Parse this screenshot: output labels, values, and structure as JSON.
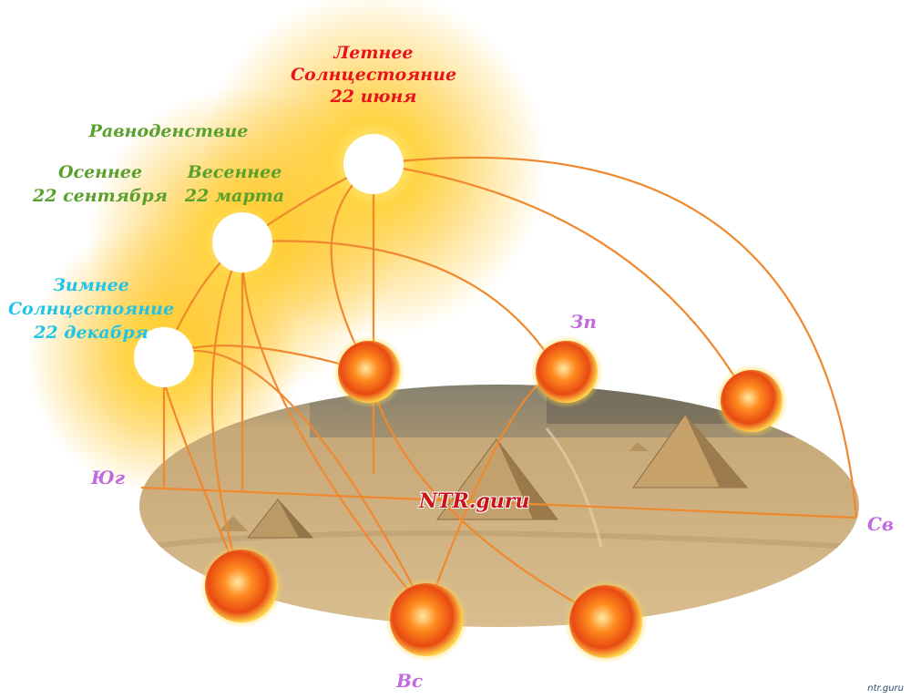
{
  "labels": {
    "summer": {
      "line1": "Летнее",
      "line2": "Солнцестояние",
      "line3": "22 июня",
      "color": "#e8141b"
    },
    "equinox": {
      "title": "Равноденствие",
      "color": "#5aa02c"
    },
    "autumn": {
      "line1": "Осеннее",
      "line2": "22 сентября",
      "color": "#5aa02c"
    },
    "spring": {
      "line1": "Весеннее",
      "line2": "22 марта",
      "color": "#5aa02c"
    },
    "winter": {
      "line1": "Зимнее",
      "line2": "Солнцестояние",
      "line3": "22 декабря",
      "color": "#21c4e6"
    }
  },
  "directions": {
    "south": "Юг",
    "west": "Зп",
    "north": "Св",
    "east": "Вс",
    "color": "#c26bdc"
  },
  "watermark": {
    "text": "NTR.guru",
    "color": "#c8141b"
  },
  "credit": "ntr.guru",
  "colors": {
    "arc": "#f0882e",
    "sun_glow": "#ffc21a",
    "sun_core": "#ffffff",
    "ground": "#cfae7d",
    "pyramid": "#c2a36e"
  }
}
